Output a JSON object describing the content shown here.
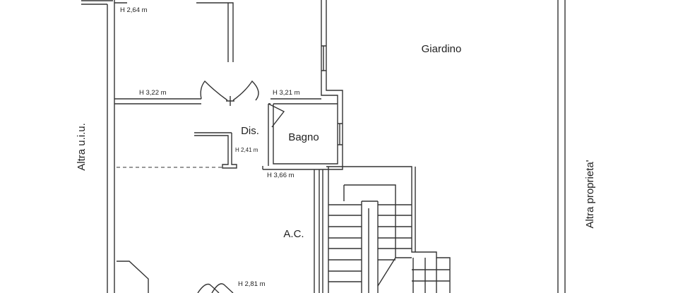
{
  "rooms": {
    "giardino": "Giardino",
    "dis": "Dis.",
    "bagno": "Bagno",
    "ac": "A.C."
  },
  "neighbors": {
    "left": "Altra u.i.u.",
    "right": "Altra proprieta'"
  },
  "heights": {
    "h264": "H 2,64 m",
    "h322": "H 3,22 m",
    "h321": "H 3,21 m",
    "h241": "H 2,41 m",
    "h366": "H 3,66 m",
    "h281": "H 2,81 m"
  }
}
